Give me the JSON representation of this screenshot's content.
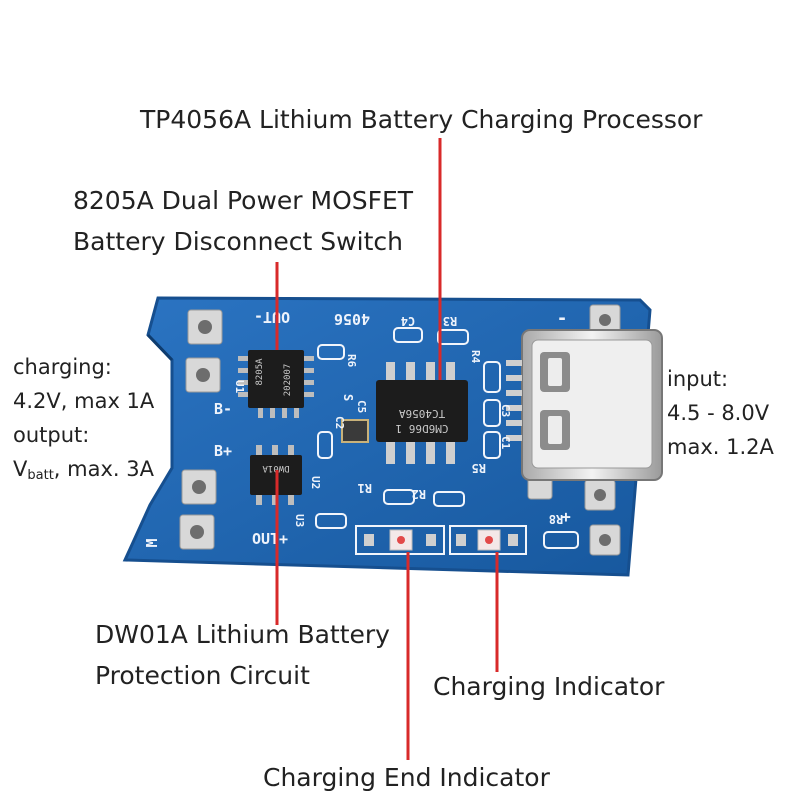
{
  "callouts": {
    "processor": "TP4056A Lithium Battery Charging Processor",
    "mosfet_line1": "8205A Dual Power MOSFET",
    "mosfet_line2": "Battery Disconnect Switch",
    "protection_line1": "DW01A Lithium Battery",
    "protection_line2": "Protection Circuit",
    "charging_indicator": "Charging Indicator",
    "charging_end_indicator": "Charging End Indicator"
  },
  "left_specs": {
    "charging_label": "charging:",
    "charging_value": "4.2V, max 1A",
    "output_label": "output:",
    "output_prefix": "V",
    "output_sub": "batt",
    "output_suffix": ", max. 3A"
  },
  "right_specs": {
    "input_label": "input:",
    "input_range": "4.5 - 8.0V",
    "input_max": "max. 1.2A"
  },
  "board": {
    "silkscreen_out_minus": "OUT-",
    "silkscreen_b_minus": "B-",
    "silkscreen_b_plus": "B+",
    "silkscreen_out_plus": "OUT+",
    "silkscreen_m": "M",
    "silkscreen_model": "4056",
    "silkscreen_minus": "-",
    "silkscreen_plus": "+",
    "ref_r1": "R1",
    "ref_r2": "R2",
    "ref_r3": "R3",
    "ref_r4": "R4",
    "ref_r5": "R5",
    "ref_r6": "R6",
    "ref_r8": "R8",
    "ref_c1": "C1",
    "ref_c2": "C2",
    "ref_c3": "C3",
    "ref_c4": "C4",
    "ref_c5": "C5",
    "ref_u1": "U1",
    "ref_u2": "U2",
    "ref_u3": "U3",
    "ref_s": "S",
    "chip_8205_line1": "8205A",
    "chip_8205_line2": "202007",
    "chip_tp_line1": "TC4056A",
    "chip_tp_line2": "CM6D66 1",
    "chip_dw": "DW01A"
  },
  "colors": {
    "pcb": "#1f66b3",
    "pcb_edge": "#164f8f",
    "silkscreen": "#f2f5fb",
    "pad": "#d8d8d8",
    "chip": "#1c1c1c",
    "leader": "#d82a2a",
    "led": "#e24a4a"
  }
}
